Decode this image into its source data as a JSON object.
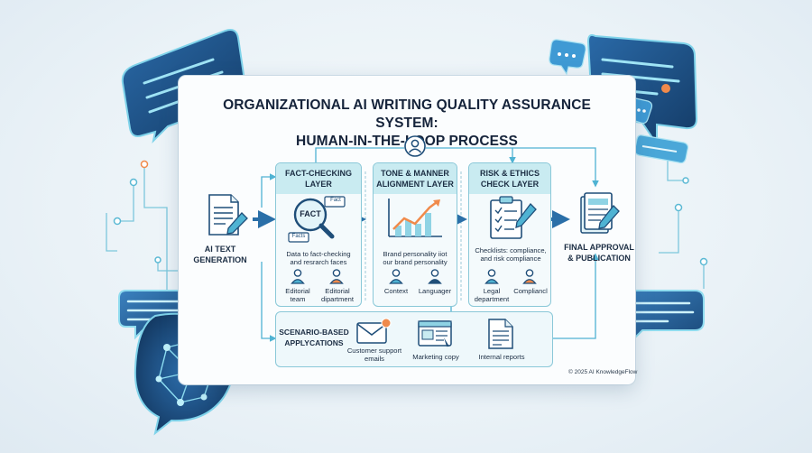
{
  "title": {
    "line1": "ORGANIZATIONAL AI WRITING QUALITY ASSURANCE SYSTEM:",
    "line2": "HUMAN-IN-THE-LOOP PROCESS"
  },
  "input": {
    "label_line1": "AI TEXT",
    "label_line2": "GENERATION"
  },
  "layers": [
    {
      "title_line1": "FACT-CHECKING",
      "title_line2": "LAYER",
      "desc_line1": "Data to fact-checking",
      "desc_line2": "and resrarch faces",
      "badge_main": "FACT",
      "badge_small1": "Fact",
      "badge_small2": "Facts",
      "roles": [
        {
          "line1": "Editorial",
          "line2": "team"
        },
        {
          "line1": "Editorial",
          "line2": "dipartment"
        }
      ]
    },
    {
      "title_line1": "TONE & MANNER",
      "title_line2": "ALIGNMENT LAYER",
      "desc_line1": "Brand personality iiot",
      "desc_line2": "our brand personality",
      "roles": [
        {
          "line1": "Context",
          "line2": ""
        },
        {
          "line1": "Languager",
          "line2": ""
        }
      ]
    },
    {
      "title_line1": "RISK & ETHICS",
      "title_line2": "CHECK LAYER",
      "desc_line1": "Checklists: compliance,",
      "desc_line2": "and risk compliance",
      "roles": [
        {
          "line1": "Legal",
          "line2": "department"
        },
        {
          "line1": "Compliancl",
          "line2": ""
        }
      ]
    }
  ],
  "output": {
    "label_line1": "FINAL APPROVAL",
    "label_line2": "& PUBLICATION"
  },
  "scenarios": {
    "title_line1": "SCENARIO-BASED",
    "title_line2": "APPLYCATIONS",
    "items": [
      {
        "line1": "Customer support",
        "line2": "emails"
      },
      {
        "line1": "Marketing copy",
        "line2": ""
      },
      {
        "line1": "Internal reports",
        "line2": ""
      }
    ]
  },
  "copyright": "© 2025 AI KnowledgeFlow",
  "colors": {
    "accent_dark": "#1f4e79",
    "accent_light": "#c9ebf1",
    "border": "#8ac8d8",
    "notification": "#f08a4b"
  }
}
